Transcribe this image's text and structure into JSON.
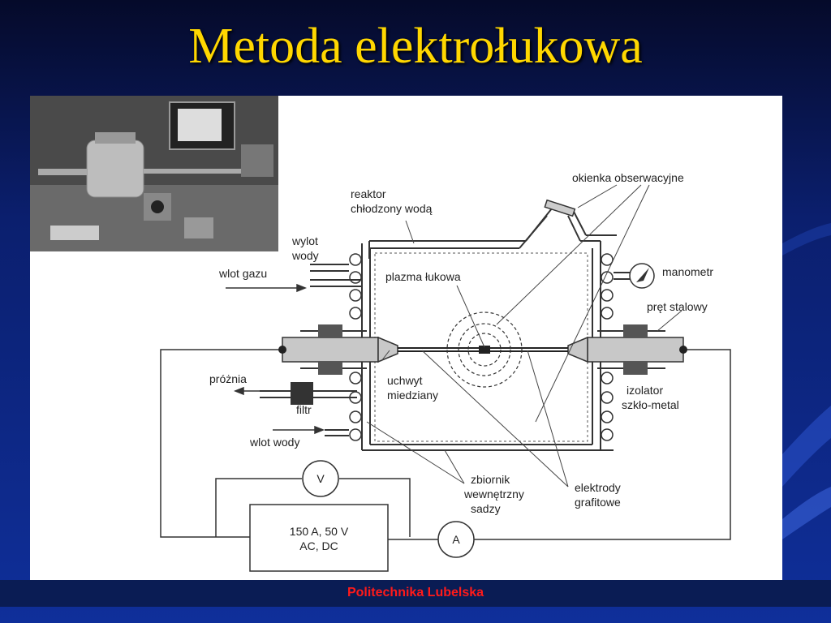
{
  "slide": {
    "title": "Metoda elektrołukowa",
    "footer": "Politechnika Lubelska"
  },
  "diagram": {
    "labels": {
      "reactor_line1": "reaktor",
      "reactor_line2": "chłodzony wodą",
      "windows": "okienka obserwacyjne",
      "water_out_line1": "wylot",
      "water_out_line2": "wody",
      "gas_in": "wlot gazu",
      "plasma": "plazma łukowa",
      "manometer": "manometr",
      "steel_rod": "pręt stalowy",
      "vacuum": "próżnia",
      "holder_line1": "uchwyt",
      "holder_line2": "miedziany",
      "insulator_line1": "izolator",
      "insulator_line2": "szkło-metal",
      "filter": "filtr",
      "water_in": "wlot wody",
      "voltmeter": "V",
      "ammeter": "A",
      "tank_line1": "zbiornik",
      "tank_line2": "wewnętrzny",
      "tank_line3": "sadzy",
      "electrodes_line1": "elektrody",
      "electrodes_line2": "grafitowe",
      "supply_line1": "150 A, 50 V",
      "supply_line2": "AC, DC"
    }
  },
  "colors": {
    "title": "#ffd700",
    "footer_text": "#ff1a1a",
    "background": "#0f2f9a"
  }
}
